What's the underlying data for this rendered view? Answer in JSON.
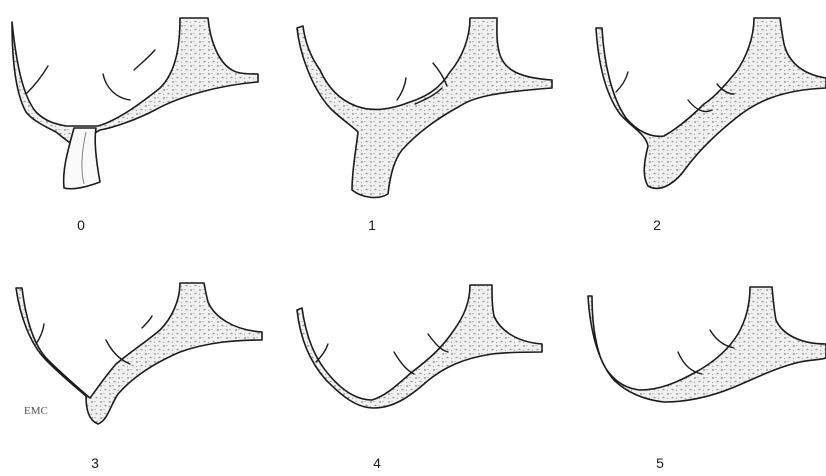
{
  "figure": {
    "panels": [
      {
        "label": "0",
        "tooth": true
      },
      {
        "label": "1",
        "tooth": false
      },
      {
        "label": "2",
        "tooth": false
      },
      {
        "label": "3",
        "tooth": false
      },
      {
        "label": "4",
        "tooth": false
      },
      {
        "label": "5",
        "tooth": false
      }
    ],
    "signature": "EMC",
    "colors": {
      "bone_fill": "#f1f1f1",
      "outline": "#1c1c1c",
      "trabecular_dots": "#8a8a8a",
      "tooth_fill": "#fafafa"
    }
  }
}
